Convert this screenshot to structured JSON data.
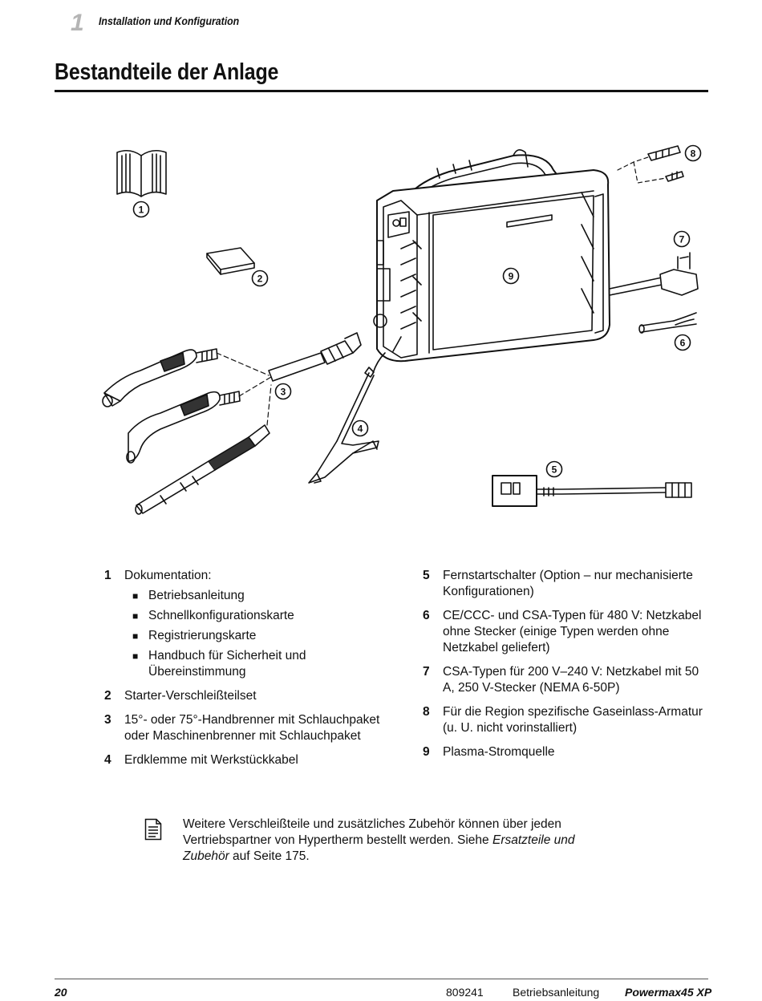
{
  "header": {
    "chapter_number": "1",
    "chapter_title": "Installation und Konfiguration"
  },
  "page_title": "Bestandteile der Anlage",
  "figure": {
    "callouts": [
      "1",
      "2",
      "3",
      "4",
      "5",
      "6",
      "7",
      "8",
      "9"
    ]
  },
  "legend": {
    "left": [
      {
        "num": "1",
        "text": "Dokumentation:",
        "sub": [
          "Betriebsanleitung",
          "Schnellkonfigurationskarte",
          "Registrierungskarte",
          "Handbuch für Sicherheit und Übereinstimmung"
        ]
      },
      {
        "num": "2",
        "text": "Starter-Verschleißteilset"
      },
      {
        "num": "3",
        "text": "15°- oder 75°-Handbrenner mit Schlauchpaket oder Maschinenbrenner mit Schlauchpaket"
      },
      {
        "num": "4",
        "text": "Erdklemme mit Werkstückkabel"
      }
    ],
    "right": [
      {
        "num": "5",
        "text": "Fernstartschalter (Option – nur mechanisierte Konfigurationen)"
      },
      {
        "num": "6",
        "text": "CE/CCC- und CSA-Typen für 480 V: Netzkabel ohne Stecker (einige Typen werden ohne Netzkabel geliefert)"
      },
      {
        "num": "7",
        "text": "CSA-Typen für 200 V–240 V: Netzkabel mit 50 A, 250 V-Stecker (NEMA 6-50P)"
      },
      {
        "num": "8",
        "text": "Für die Region spezifische Gaseinlass-Armatur (u. U. nicht vorinstalliert)"
      },
      {
        "num": "9",
        "text": "Plasma-Stromquelle"
      }
    ]
  },
  "note": {
    "icon": "note-document-icon",
    "text_before": "Weitere Verschleißteile und zusätzliches Zubehör können über jeden Vertriebspartner von Hypertherm bestellt werden. Siehe ",
    "text_italic": "Ersatzteile und Zubehör",
    "text_after": " auf Seite 175."
  },
  "footer": {
    "page_number": "20",
    "doc_number": "809241",
    "manual": "Betriebsanleitung",
    "product": "Powermax45 XP"
  }
}
